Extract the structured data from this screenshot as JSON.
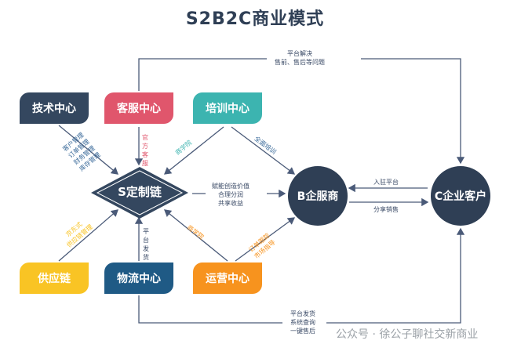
{
  "title": "S2B2C商业模式",
  "nodes": {
    "tech": "技术中心",
    "service": "客服中心",
    "training": "培训中心",
    "supply": "供应链",
    "logistics": "物流中心",
    "operations": "运营中心",
    "s_chain": "S定制链",
    "b_service": "B企服商",
    "c_customer": "C企业客户"
  },
  "edges": {
    "top_route": [
      "平台解决",
      "售前、售后等问题"
    ],
    "tech_to_s": [
      "客户管理",
      "订单管理",
      "财务管理",
      "库存管理"
    ],
    "service_to_s": "官方客服",
    "training_to_s": "商学院",
    "training_to_b": "全面培训",
    "s_to_b": [
      "赋能创造价值",
      "合理分润",
      "共享收益"
    ],
    "supply_to_s": [
      "京东式",
      "供应链管理"
    ],
    "logistics_to_s": "平台发货",
    "operations_to_s": "商学院",
    "operations_to_b": [
      "订单跟踪",
      "市场指导"
    ],
    "c_to_b": "入驻平台",
    "b_to_c": "分享销售",
    "bottom_route": [
      "平台发货",
      "系统查询",
      "一键售后"
    ]
  },
  "watermark": "公众号 · 徐公子聊社交新商业",
  "colors": {
    "navy": "#34475f",
    "red": "#e0566c",
    "teal": "#3cb4b0",
    "yellow": "#f9c424",
    "blue": "#1f5a85",
    "orange": "#f7931e",
    "line": "#4a5a78"
  }
}
